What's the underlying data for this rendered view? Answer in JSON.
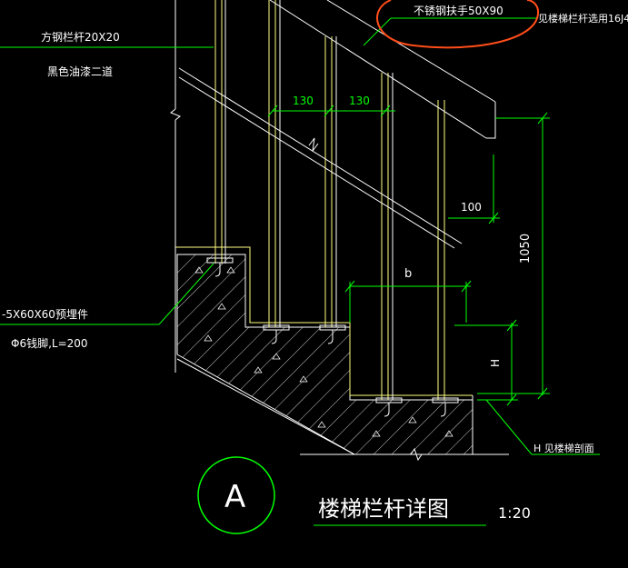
{
  "labels": {
    "stainless_handrail": "不锈钢扶手50X90",
    "railing_ref": "见楼梯栏杆选用16J4",
    "square_bar": "方钢栏杆20X20",
    "paint": "黑色油漆二道",
    "embed_plate": "-5X60X60预埋件",
    "anchor": "Φ6钱脚,L=200",
    "h_note": "H 见楼梯剖面"
  },
  "dimensions": {
    "spacing_1": "130",
    "spacing_2": "130",
    "offset": "100",
    "height": "1050",
    "tread": "b",
    "riser": "H"
  },
  "title": {
    "detail_letter": "A",
    "name": "楼梯栏杆详图",
    "scale": "1:20"
  },
  "colors": {
    "structure": "#ffffff",
    "railing": "#ffff80",
    "dimension": "#00ff00",
    "highlight": "#ff4d1a",
    "text": "#ffffff"
  }
}
